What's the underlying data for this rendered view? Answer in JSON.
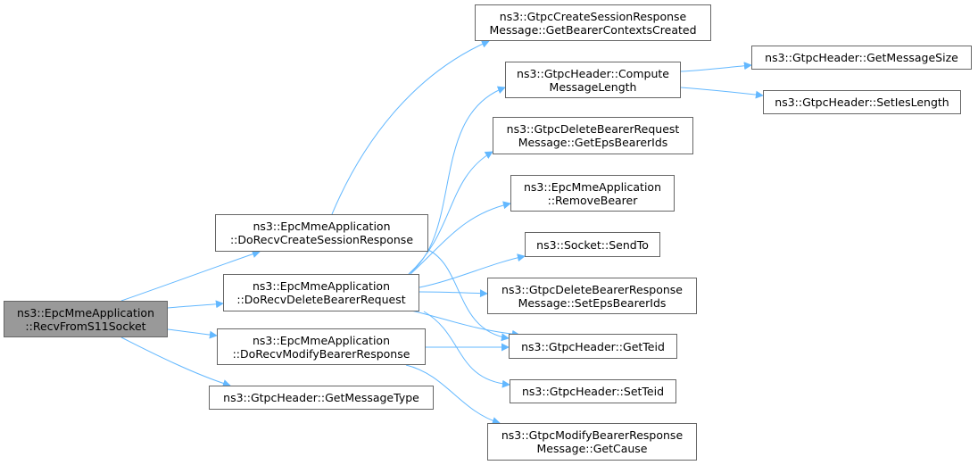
{
  "colors": {
    "edge": "#63b8ff",
    "border": "#666666",
    "root_fill": "#999999",
    "node_fill": "#ffffff"
  },
  "nodes": {
    "root": {
      "lines": [
        "ns3::EpcMmeApplication",
        "::RecvFromS11Socket"
      ]
    },
    "dcs": {
      "lines": [
        "ns3::EpcMmeApplication",
        "::DoRecvCreateSessionResponse"
      ]
    },
    "ddb": {
      "lines": [
        "ns3::EpcMmeApplication",
        "::DoRecvDeleteBearerRequest"
      ]
    },
    "dmb": {
      "lines": [
        "ns3::EpcMmeApplication",
        "::DoRecvModifyBearerResponse"
      ]
    },
    "gmt": {
      "lines": [
        "ns3::GtpcHeader::GetMessageType"
      ]
    },
    "gbcc": {
      "lines": [
        "ns3::GtpcCreateSessionResponse",
        "Message::GetBearerContextsCreated"
      ]
    },
    "cml": {
      "lines": [
        "ns3::GtpcHeader::Compute",
        "MessageLength"
      ]
    },
    "gms": {
      "lines": [
        "ns3::GtpcHeader::GetMessageSize"
      ]
    },
    "sil": {
      "lines": [
        "ns3::GtpcHeader::SetIesLength"
      ]
    },
    "gebi": {
      "lines": [
        "ns3::GtpcDeleteBearerRequest",
        "Message::GetEpsBearerIds"
      ]
    },
    "rb": {
      "lines": [
        "ns3::EpcMmeApplication",
        "::RemoveBearer"
      ]
    },
    "sendto": {
      "lines": [
        "ns3::Socket::SendTo"
      ]
    },
    "sebi": {
      "lines": [
        "ns3::GtpcDeleteBearerResponse",
        "Message::SetEpsBearerIds"
      ]
    },
    "getteid": {
      "lines": [
        "ns3::GtpcHeader::GetTeid"
      ]
    },
    "setteid": {
      "lines": [
        "ns3::GtpcHeader::SetTeid"
      ]
    },
    "gc": {
      "lines": [
        "ns3::GtpcModifyBearerResponse",
        "Message::GetCause"
      ]
    }
  },
  "edges": [
    [
      "root",
      "dcs"
    ],
    [
      "root",
      "ddb"
    ],
    [
      "root",
      "dmb"
    ],
    [
      "root",
      "gmt"
    ],
    [
      "dcs",
      "gbcc"
    ],
    [
      "dcs",
      "getteid"
    ],
    [
      "ddb",
      "cml"
    ],
    [
      "ddb",
      "gebi"
    ],
    [
      "ddb",
      "rb"
    ],
    [
      "ddb",
      "sendto"
    ],
    [
      "ddb",
      "sebi"
    ],
    [
      "ddb",
      "getteid"
    ],
    [
      "ddb",
      "setteid"
    ],
    [
      "dmb",
      "getteid"
    ],
    [
      "dmb",
      "gc"
    ],
    [
      "cml",
      "gms"
    ],
    [
      "cml",
      "sil"
    ]
  ]
}
